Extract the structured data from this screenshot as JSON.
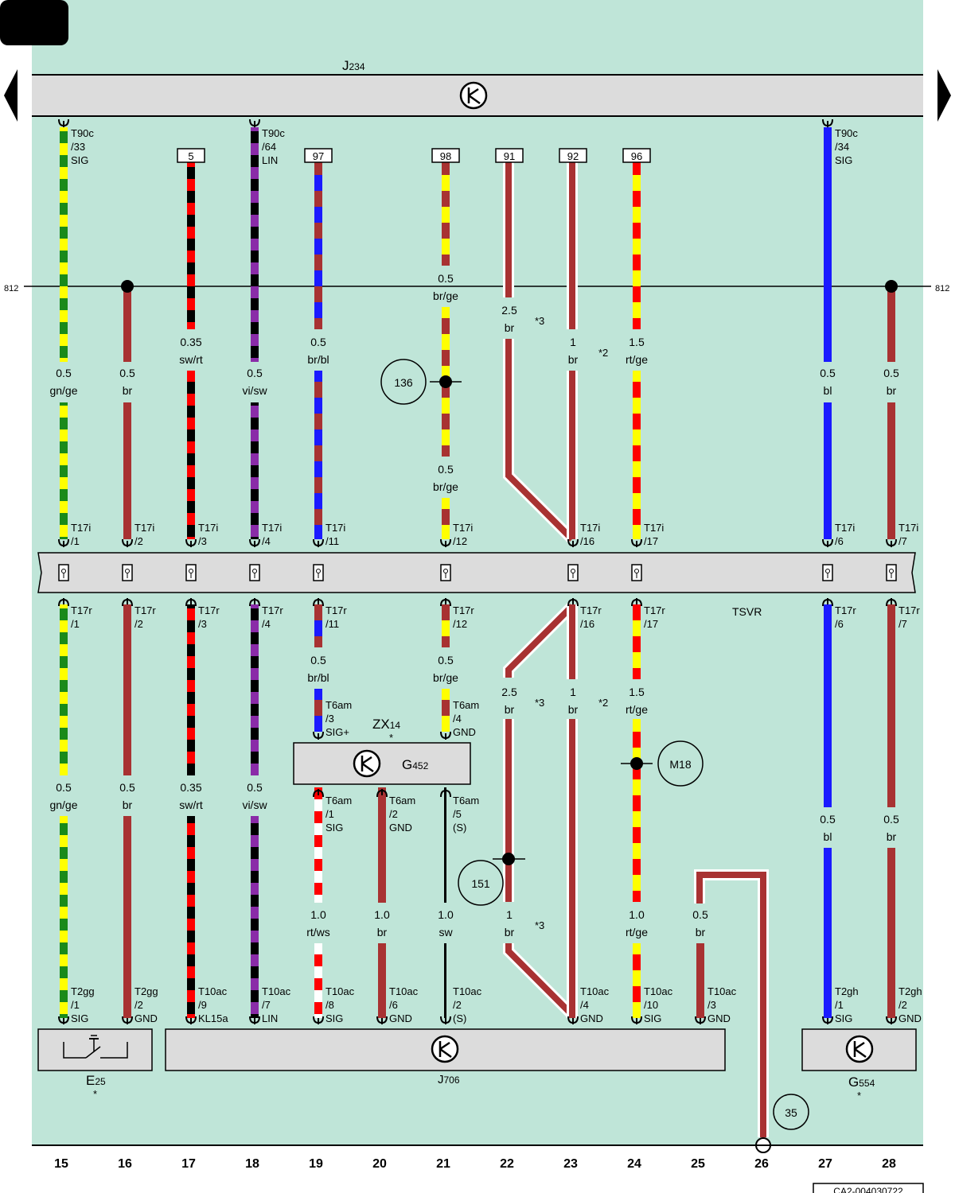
{
  "colors": {
    "background": "#bfe5d8",
    "component": "#dcdcdc",
    "br": "#a83232",
    "ge": "#ffff00",
    "gn": "#1a8a1a",
    "sw": "#000000",
    "rt": "#ff0000",
    "vi": "#8a2ca8",
    "bl": "#1a1aff",
    "ws": "#ffffff"
  },
  "components": {
    "j234": {
      "name": "J",
      "sub": "234"
    },
    "zx14": {
      "name": "ZX",
      "sub": "14",
      "note": "*"
    },
    "g452": {
      "name": "G",
      "sub": "452"
    },
    "e25": {
      "name": "E",
      "sub": "25",
      "note": "*"
    },
    "j706": {
      "name": "J",
      "sub": "706"
    },
    "g554": {
      "name": "G",
      "sub": "554",
      "note": "*"
    },
    "tsvr": "TSVR"
  },
  "bus": {
    "label_left": "812",
    "label_right": "812"
  },
  "ref_boxes": [
    "5",
    "97",
    "98",
    "91",
    "92",
    "96"
  ],
  "circles": [
    "136",
    "M18",
    "151",
    "35"
  ],
  "connectors": {
    "t90c_33": [
      "T90c",
      "/33",
      "SIG"
    ],
    "t90c_64": [
      "T90c",
      "/64",
      "LIN"
    ],
    "t90c_34": [
      "T90c",
      "/34",
      "SIG"
    ],
    "t17i": [
      [
        "T17i",
        "/1"
      ],
      [
        "T17i",
        "/2"
      ],
      [
        "T17i",
        "/3"
      ],
      [
        "T17i",
        "/4"
      ],
      [
        "T17i",
        "/11"
      ],
      [
        "T17i",
        "/12"
      ],
      [
        "T17i",
        "/16"
      ],
      [
        "T17i",
        "/17"
      ],
      [
        "T17i",
        "/6"
      ],
      [
        "T17i",
        "/7"
      ]
    ],
    "t17r": [
      [
        "T17r",
        "/1"
      ],
      [
        "T17r",
        "/2"
      ],
      [
        "T17r",
        "/3"
      ],
      [
        "T17r",
        "/4"
      ],
      [
        "T17r",
        "/11"
      ],
      [
        "T17r",
        "/12"
      ],
      [
        "T17r",
        "/16"
      ],
      [
        "T17r",
        "/17"
      ],
      [
        "T17r",
        "/6"
      ],
      [
        "T17r",
        "/7"
      ]
    ],
    "t6am_top": [
      [
        "T6am",
        "/3",
        "SIG+"
      ],
      [
        "T6am",
        "/4",
        "GND"
      ]
    ],
    "t6am_bot": [
      [
        "T6am",
        "/1",
        "SIG"
      ],
      [
        "T6am",
        "/2",
        "GND"
      ],
      [
        "T6am",
        "/5",
        "(S)"
      ]
    ],
    "bottom": [
      [
        "T2gg",
        "/1",
        "SIG"
      ],
      [
        "T2gg",
        "/2",
        "GND"
      ],
      [
        "T10ac",
        "/9",
        "KL15a"
      ],
      [
        "T10ac",
        "/7",
        "LIN"
      ],
      [
        "T10ac",
        "/8",
        "SIG"
      ],
      [
        "T10ac",
        "/6",
        "GND"
      ],
      [
        "T10ac",
        "/2",
        "(S)"
      ],
      [
        "T10ac",
        "/4",
        "GND"
      ],
      [
        "T10ac",
        "/10",
        "SIG"
      ],
      [
        "T10ac",
        "/3",
        "GND"
      ],
      [
        "T2gh",
        "/1",
        "SIG"
      ],
      [
        "T2gh",
        "/2",
        "GND"
      ]
    ]
  },
  "wire_labels": {
    "top": [
      [
        "0.5",
        "gn/ge"
      ],
      [
        "0.5",
        "br"
      ],
      [
        "0.35",
        "sw/rt"
      ],
      [
        "0.5",
        "vi/sw"
      ],
      [
        "0.5",
        "br/bl"
      ],
      [
        "0.5",
        "br/ge"
      ],
      [
        "0.5",
        "br/ge"
      ],
      [
        "2.5",
        "br"
      ],
      [
        "1",
        "br"
      ],
      [
        "1.5",
        "rt/ge"
      ],
      [
        "0.5",
        "bl"
      ],
      [
        "0.5",
        "br"
      ]
    ],
    "mid": [
      [
        "0.5",
        "br/bl"
      ],
      [
        "0.5",
        "br/ge"
      ],
      [
        "2.5",
        "br"
      ],
      [
        "1",
        "br"
      ],
      [
        "1.5",
        "rt/ge"
      ]
    ],
    "bot": [
      [
        "0.5",
        "gn/ge"
      ],
      [
        "0.5",
        "br"
      ],
      [
        "0.35",
        "sw/rt"
      ],
      [
        "0.5",
        "vi/sw"
      ],
      [
        "0.5",
        "bl"
      ],
      [
        "0.5",
        "br"
      ]
    ],
    "low": [
      [
        "1.0",
        "rt/ws"
      ],
      [
        "1.0",
        "br"
      ],
      [
        "1.0",
        "sw"
      ],
      [
        "1",
        "br"
      ],
      [
        "1.0",
        "rt/ge"
      ],
      [
        "0.5",
        "br"
      ]
    ]
  },
  "footnotes": [
    "*3",
    "*2",
    "*3",
    "*2",
    "*3"
  ],
  "columns": [
    "15",
    "16",
    "17",
    "18",
    "19",
    "20",
    "21",
    "22",
    "23",
    "24",
    "25",
    "26",
    "27",
    "28"
  ],
  "doc_id": "CA2-004030722"
}
